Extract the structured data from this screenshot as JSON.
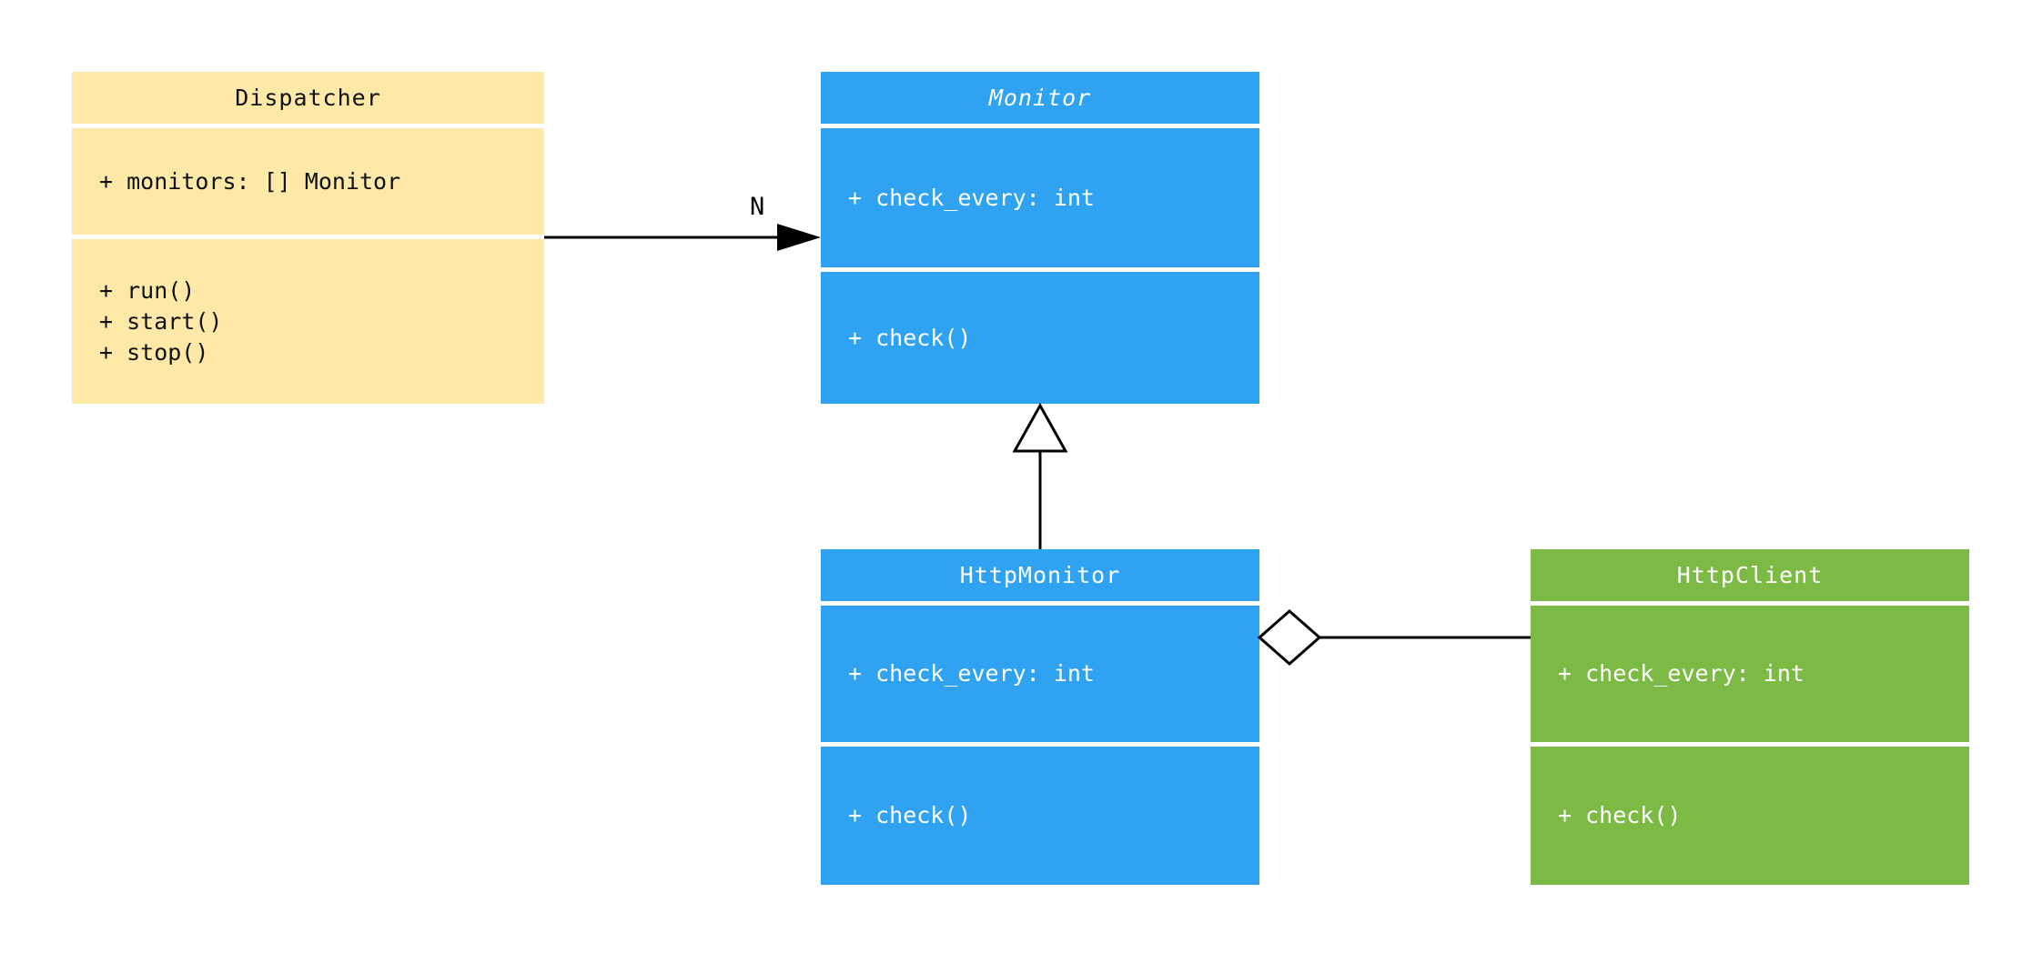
{
  "diagram": {
    "type": "uml-class-diagram",
    "background_color": "#FFFFFF",
    "classes": [
      {
        "name": "Dispatcher",
        "abstract": false,
        "attributes": [
          "+ monitors: [] Monitor"
        ],
        "methods": [
          "+ run()",
          "+ start()",
          "+ stop()"
        ],
        "fill_color": "#FFE9A8",
        "text_color": "#111111"
      },
      {
        "name": "Monitor",
        "abstract": true,
        "attributes": [
          "+ check_every: int"
        ],
        "methods": [
          "+ check()"
        ],
        "fill_color": "#2FA2F2",
        "text_color": "#FFFFFF"
      },
      {
        "name": "HttpMonitor",
        "abstract": false,
        "attributes": [
          "+ check_every: int"
        ],
        "methods": [
          "+ check()"
        ],
        "fill_color": "#2FA2F2",
        "text_color": "#FFFFFF"
      },
      {
        "name": "HttpClient",
        "abstract": false,
        "attributes": [
          "+ check_every: int"
        ],
        "methods": [
          "+ check()"
        ],
        "fill_color": "#7CBA45",
        "text_color": "#FFFFFF"
      }
    ],
    "relations": [
      {
        "type": "association",
        "from": "Dispatcher",
        "to": "Monitor",
        "multiplicity": "N"
      },
      {
        "type": "inheritance",
        "from": "HttpMonitor",
        "to": "Monitor"
      },
      {
        "type": "aggregation",
        "from": "HttpMonitor",
        "to": "HttpClient"
      }
    ],
    "edge_color": "#000000"
  }
}
